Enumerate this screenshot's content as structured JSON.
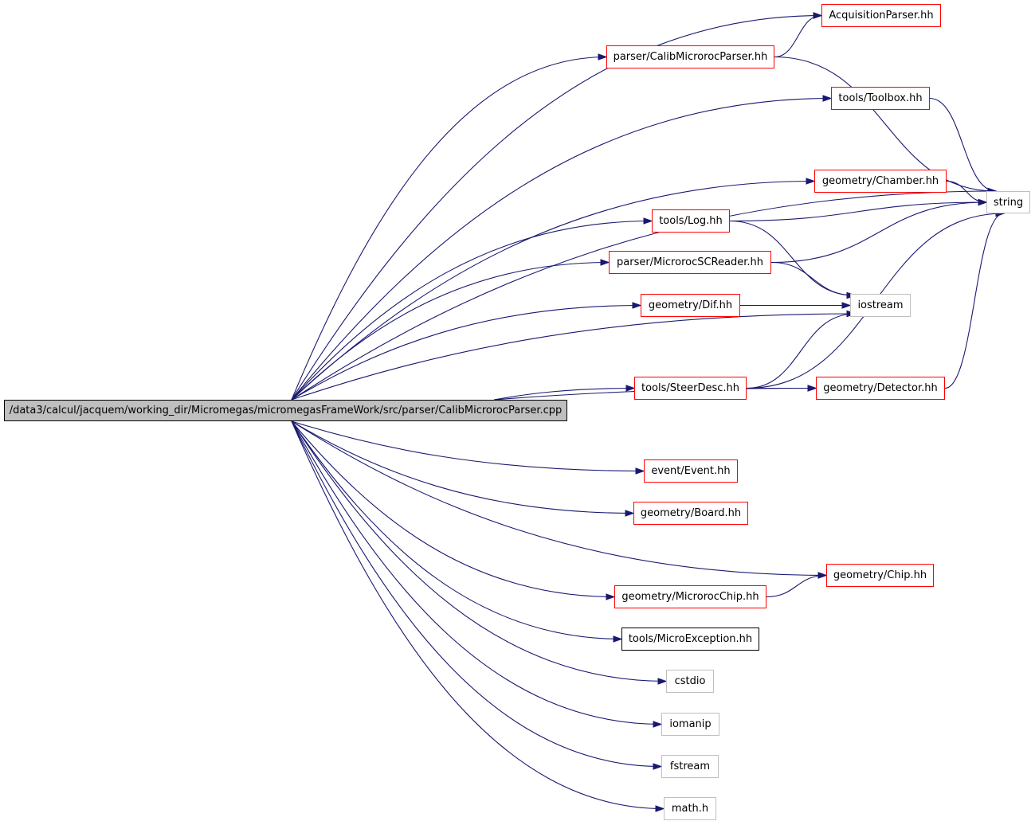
{
  "root": {
    "label": "/data3/calcul/jacquem/working_dir/Micromegas/micromegasFrameWork/src/parser/CalibMicrorocParser.cpp"
  },
  "nodes": [
    {
      "id": "acquisition-parser",
      "label": "AcquisitionParser.hh",
      "style": "red"
    },
    {
      "id": "calib-microroc-parser",
      "label": "parser/CalibMicrorocParser.hh",
      "style": "red"
    },
    {
      "id": "toolbox",
      "label": "tools/Toolbox.hh",
      "style": "red"
    },
    {
      "id": "chamber",
      "label": "geometry/Chamber.hh",
      "style": "red"
    },
    {
      "id": "string",
      "label": "string",
      "style": "gray"
    },
    {
      "id": "log",
      "label": "tools/Log.hh",
      "style": "red"
    },
    {
      "id": "microroc-sc-reader",
      "label": "parser/MicrorocSCReader.hh",
      "style": "red"
    },
    {
      "id": "iostream",
      "label": "iostream",
      "style": "gray"
    },
    {
      "id": "dif",
      "label": "geometry/Dif.hh",
      "style": "red"
    },
    {
      "id": "steer-desc",
      "label": "tools/SteerDesc.hh",
      "style": "red"
    },
    {
      "id": "detector",
      "label": "geometry/Detector.hh",
      "style": "red"
    },
    {
      "id": "event",
      "label": "event/Event.hh",
      "style": "red"
    },
    {
      "id": "board",
      "label": "geometry/Board.hh",
      "style": "red"
    },
    {
      "id": "chip",
      "label": "geometry/Chip.hh",
      "style": "red"
    },
    {
      "id": "microroc-chip",
      "label": "geometry/MicrorocChip.hh",
      "style": "red"
    },
    {
      "id": "micro-exception",
      "label": "tools/MicroException.hh",
      "style": "black"
    },
    {
      "id": "cstdio",
      "label": "cstdio",
      "style": "gray"
    },
    {
      "id": "iomanip",
      "label": "iomanip",
      "style": "gray"
    },
    {
      "id": "fstream",
      "label": "fstream",
      "style": "gray"
    },
    {
      "id": "math",
      "label": "math.h",
      "style": "gray"
    }
  ],
  "edges": [
    [
      "root",
      "acquisition-parser"
    ],
    [
      "root",
      "calib-microroc-parser"
    ],
    [
      "root",
      "toolbox"
    ],
    [
      "root",
      "string"
    ],
    [
      "root",
      "chamber"
    ],
    [
      "root",
      "log"
    ],
    [
      "root",
      "microroc-sc-reader"
    ],
    [
      "root",
      "dif"
    ],
    [
      "root",
      "iostream"
    ],
    [
      "root",
      "steer-desc"
    ],
    [
      "root",
      "detector"
    ],
    [
      "root",
      "event"
    ],
    [
      "root",
      "board"
    ],
    [
      "root",
      "chip"
    ],
    [
      "root",
      "microroc-chip"
    ],
    [
      "root",
      "micro-exception"
    ],
    [
      "root",
      "cstdio"
    ],
    [
      "root",
      "iomanip"
    ],
    [
      "root",
      "fstream"
    ],
    [
      "root",
      "math"
    ],
    [
      "calib-microroc-parser",
      "acquisition-parser"
    ],
    [
      "calib-microroc-parser",
      "string"
    ],
    [
      "toolbox",
      "string"
    ],
    [
      "chamber",
      "string"
    ],
    [
      "log",
      "string"
    ],
    [
      "log",
      "iostream"
    ],
    [
      "microroc-sc-reader",
      "string"
    ],
    [
      "microroc-sc-reader",
      "iostream"
    ],
    [
      "dif",
      "iostream"
    ],
    [
      "steer-desc",
      "iostream"
    ],
    [
      "steer-desc",
      "string"
    ],
    [
      "steer-desc",
      "detector"
    ],
    [
      "detector",
      "string"
    ],
    [
      "microroc-chip",
      "chip"
    ]
  ]
}
